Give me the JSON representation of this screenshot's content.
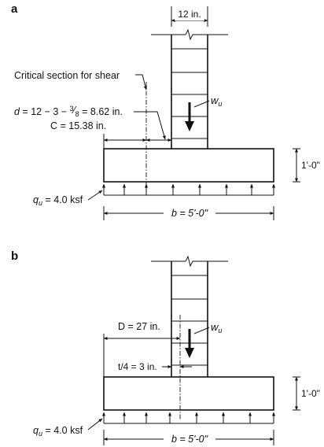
{
  "panel_a": {
    "letter": "a",
    "column_width": "12 in.",
    "critical_section_label": "Critical section for shear",
    "d_eq_prefix": "d",
    "d_eq_mid": " = 12 − 3 − ",
    "d_eq_num": "3",
    "d_eq_frac": "⁄",
    "d_eq_den": "8",
    "d_eq_suffix": " = 8.62 in.",
    "c_label": "C = 15.38 in.",
    "load_label_base": "w",
    "load_label_sub": "u",
    "footing_depth": "1'-0\"",
    "pressure_label_base": "q",
    "pressure_label_sub": "u",
    "pressure_label_rest": " = 4.0 ksf",
    "width_label": "b = 5'-0\""
  },
  "panel_b": {
    "letter": "b",
    "d_label": "D = 27 in.",
    "t4_label": "t/4 = 3 in.",
    "load_label_base": "w",
    "load_label_sub": "u",
    "footing_depth": "1'-0\"",
    "pressure_label_base": "q",
    "pressure_label_sub": "u",
    "pressure_label_rest": " = 4.0 ksf",
    "width_label": "b = 5'-0\""
  }
}
